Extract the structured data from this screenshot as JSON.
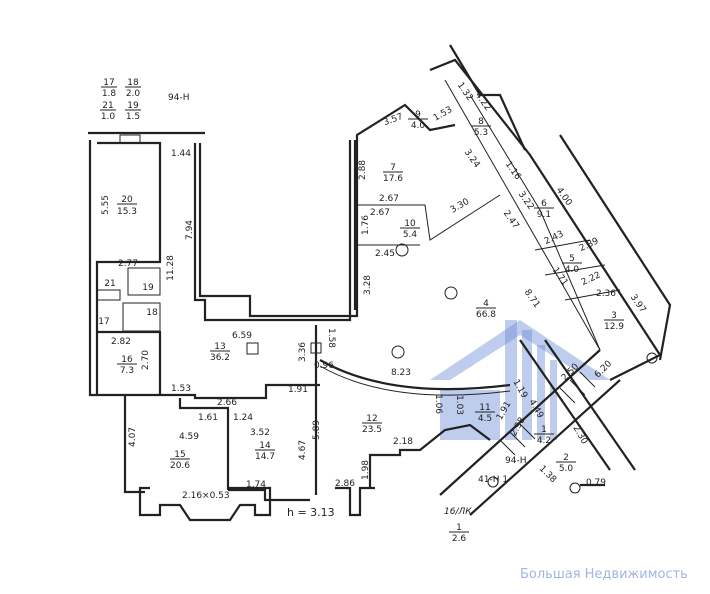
{
  "legend": [
    {
      "num": "17",
      "area": "1.8"
    },
    {
      "num": "18",
      "area": "2.0"
    },
    {
      "num": "21",
      "area": "1.0"
    },
    {
      "num": "19",
      "area": "1.5"
    }
  ],
  "rooms": {
    "r1": {
      "num": "1",
      "area": "4.2"
    },
    "r2": {
      "num": "2",
      "area": "5.0"
    },
    "r3": {
      "num": "3",
      "area": "12.9"
    },
    "r4": {
      "num": "4",
      "area": "66.8"
    },
    "r5": {
      "num": "5",
      "area": "4.0"
    },
    "r6": {
      "num": "6",
      "area": "9.1"
    },
    "r7": {
      "num": "7",
      "area": "17.6"
    },
    "r8": {
      "num": "8",
      "area": "5.3"
    },
    "r9": {
      "num": "9",
      "area": "4.0"
    },
    "r10": {
      "num": "10",
      "area": "5.4"
    },
    "r11": {
      "num": "11",
      "area": "4.5"
    },
    "r12": {
      "num": "12",
      "area": "23.5"
    },
    "r13": {
      "num": "13",
      "area": "36.2"
    },
    "r14": {
      "num": "14",
      "area": "14.7"
    },
    "r15": {
      "num": "15",
      "area": "20.6"
    },
    "r16": {
      "num": "16",
      "area": "7.3"
    },
    "r20": {
      "num": "20",
      "area": "15.3"
    },
    "r17": "17",
    "r18": "18",
    "r19": "19",
    "r21": "21",
    "stair": {
      "num": "1",
      "area": "2.6"
    }
  },
  "labels": {
    "axis_top": "94-Н",
    "axis_bottom": "94-Н",
    "axis_41": "41-Н 1",
    "stair_code": "16/ЛК",
    "height": "h = 3.13",
    "window": "2.16×0.53"
  },
  "dims": [
    "1.44",
    "7.94",
    "5.55",
    "11.28",
    "2.77",
    "2.82",
    "2.70",
    "1.53",
    "6.59",
    "3.36",
    "1.58",
    "0.96",
    "1.61",
    "2.66",
    "1.91",
    "1.24",
    "3.52",
    "4.67",
    "5.89",
    "4.07",
    "4.59",
    "1.74",
    "2.86",
    "2.18",
    "1.98",
    "8.23",
    "1.06",
    "1.03",
    "1.91",
    "1.19",
    "2.98",
    "4.49",
    "2.30",
    "1.38",
    "0.79",
    "2.50",
    "6.20",
    "3.57",
    "1.53",
    "1.32",
    "4.22",
    "2.88",
    "3.24",
    "1.16",
    "2.67",
    "2.67",
    "1.76",
    "3.30",
    "2.45",
    "2.47",
    "3.22",
    "4.00",
    "2.43",
    "2.39",
    "2.22",
    "2.36",
    "1.71",
    "3.28",
    "8.71",
    "3.97"
  ],
  "watermark": "Большая Недвижимость"
}
